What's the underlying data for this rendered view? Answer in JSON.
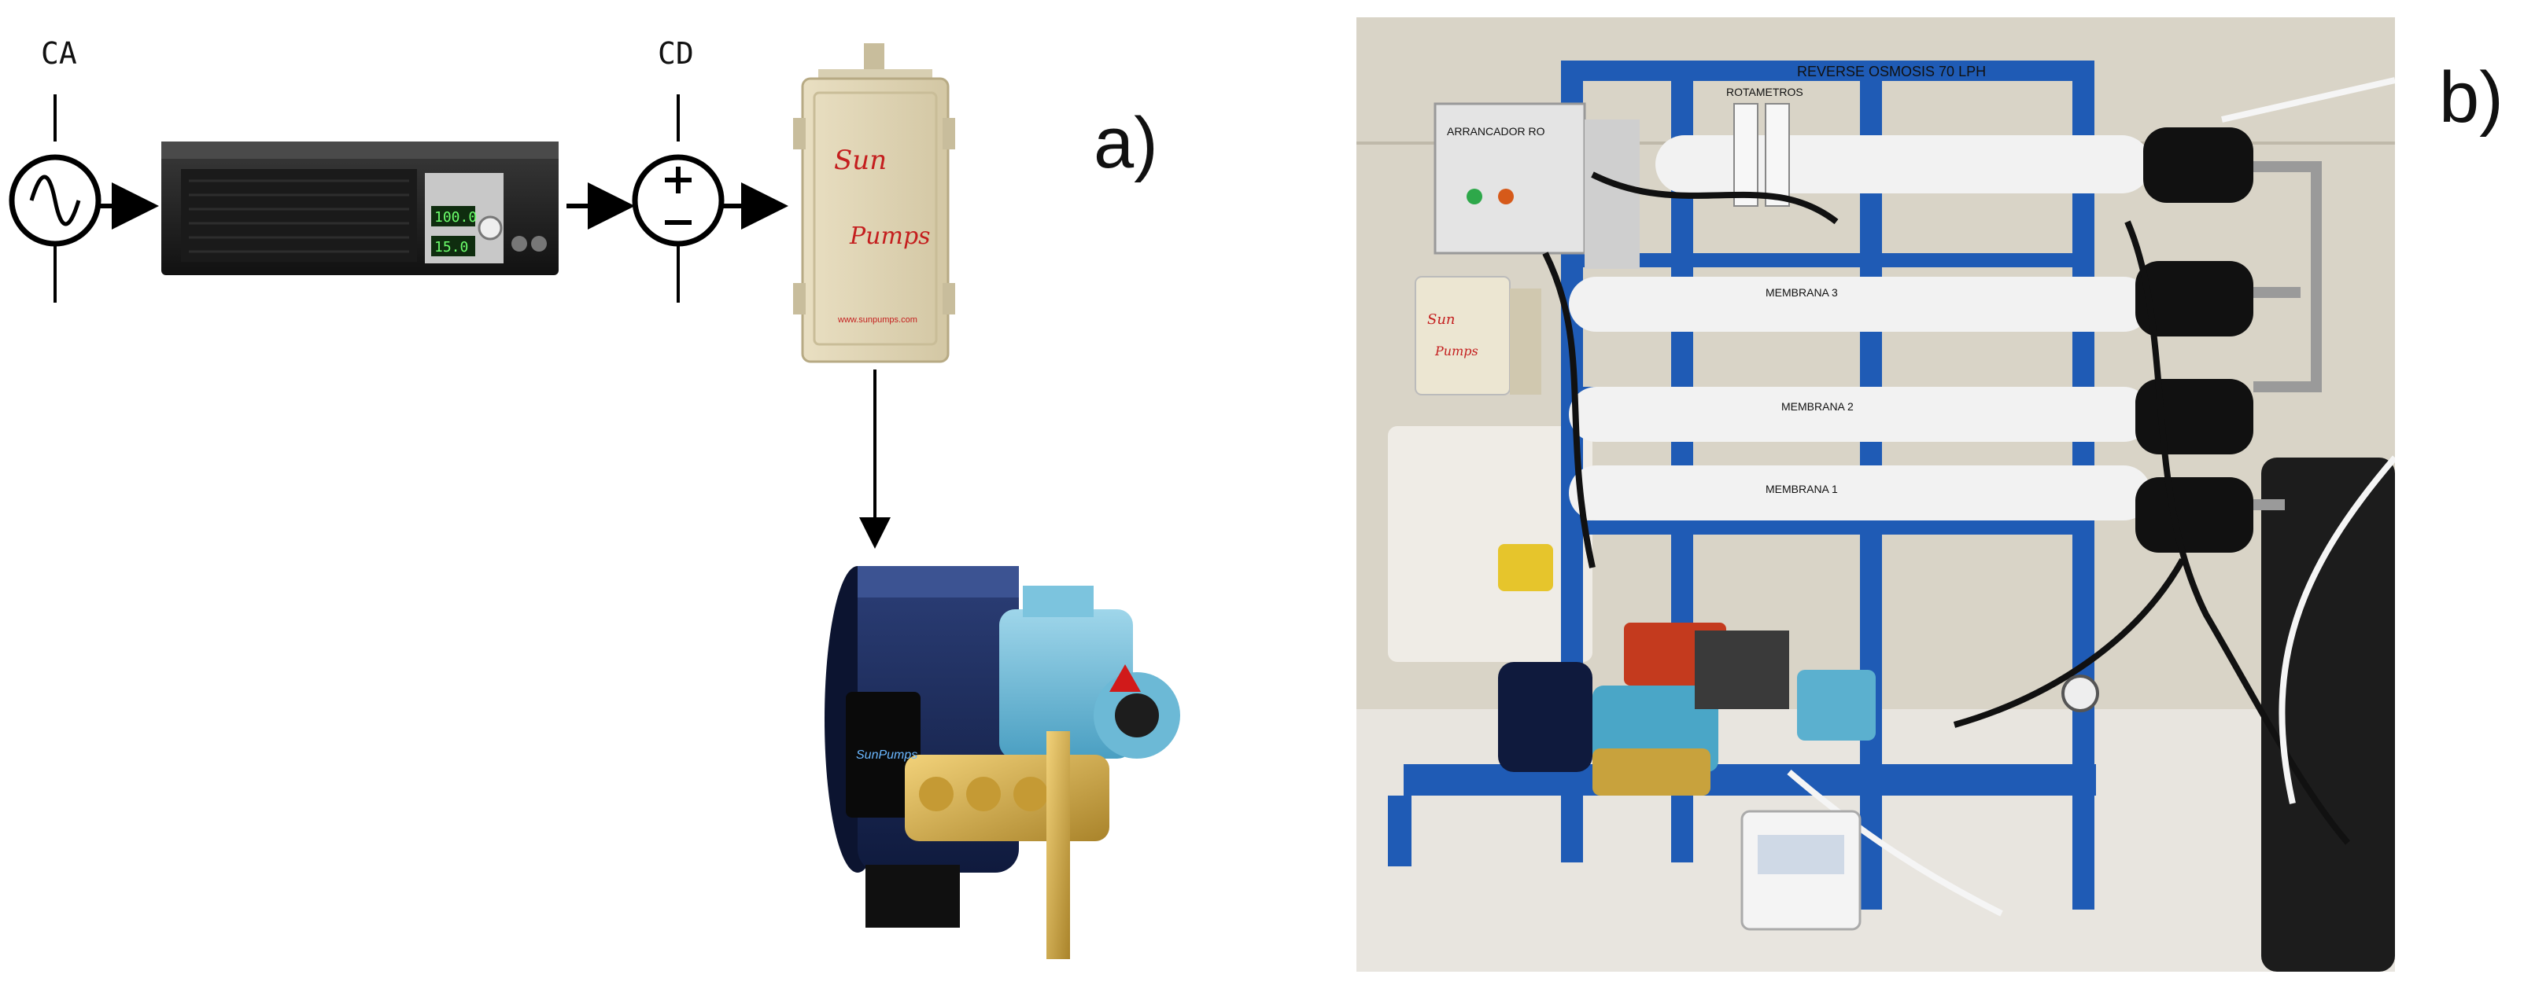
{
  "panel_a": {
    "label": "a)",
    "ac_source_label": "CA",
    "dc_source_label": "CD",
    "controller_brand_line1": "Sun",
    "controller_brand_line2": "Pumps",
    "controller_url": "www.sunpumps.com",
    "psu_display_voltage": "100.0",
    "psu_display_current": "15.0",
    "pump_badge": "SunPumps"
  },
  "panel_b": {
    "label": "b)",
    "frame_sign": "REVERSE OSMOSIS 70 LPH",
    "panel_sign": "ARRANCADOR RO",
    "flowmeter_sign": "ROTAMETROS",
    "controller_brand_line1": "Sun",
    "controller_brand_line2": "Pumps",
    "membrane_labels": [
      "MEMBRANA 3",
      "MEMBRANA 2",
      "MEMBRANA 1"
    ],
    "colors": {
      "frame": "#1f5bb5",
      "wall": "#d9d4c7",
      "membrane": "#f2f2f2"
    }
  }
}
